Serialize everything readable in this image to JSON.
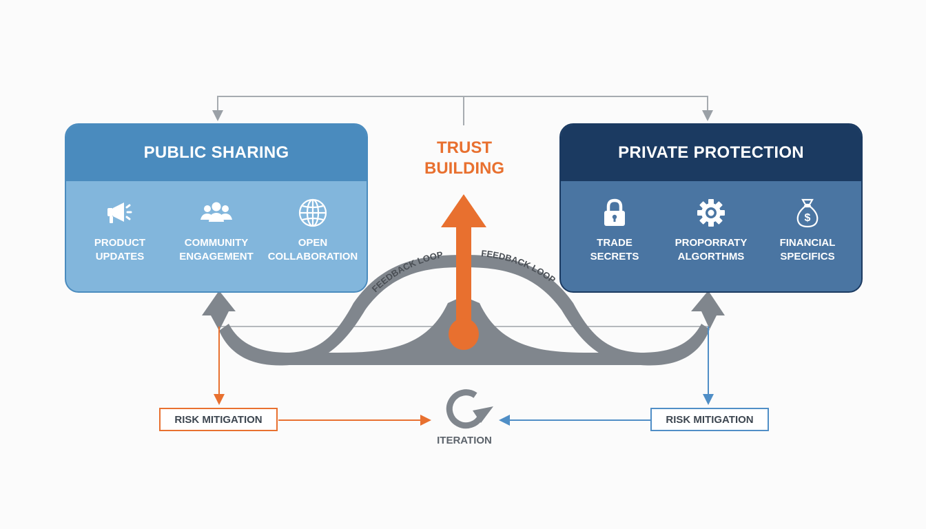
{
  "public_panel": {
    "title": "PUBLIC SHARING",
    "items": [
      {
        "icon": "megaphone-icon",
        "line1": "PRODUCT",
        "line2": "UPDATES"
      },
      {
        "icon": "people-group-icon",
        "line1": "COMMUNITY",
        "line2": "ENGAGEMENT"
      },
      {
        "icon": "globe-icon",
        "line1": "OPEN",
        "line2": "COLLABORATION"
      }
    ],
    "header_color": "#4a8bbe",
    "body_color": "#82b6dc"
  },
  "private_panel": {
    "title": "PRIVATE PROTECTION",
    "items": [
      {
        "icon": "padlock-icon",
        "line1": "TRADE",
        "line2": "SECRETS"
      },
      {
        "icon": "gear-icon",
        "line1": "PROPORRATY",
        "line2": "ALGORTHMS"
      },
      {
        "icon": "money-bag-icon",
        "line1": "FINANCIAL",
        "line2": "SPECIFICS"
      }
    ],
    "header_color": "#1b3a61",
    "body_color": "#4a75a2"
  },
  "center": {
    "trust_line1": "TRUST",
    "trust_line2": "BUILDING",
    "feedback_left": "FEEDBACK LOOP",
    "feedback_right": "FEEDBACK LOOP",
    "accent_color": "#e8702f",
    "loop_color": "#80868d"
  },
  "bottom": {
    "risk_left": "RISK MITIGATION",
    "risk_right": "RISK MITIGATION",
    "iteration": "ITERATION",
    "left_color": "#e8702f",
    "right_color": "#4f8ec6"
  }
}
